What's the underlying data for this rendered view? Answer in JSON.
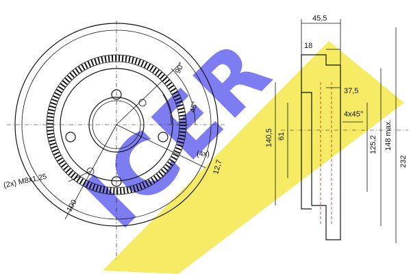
{
  "watermark": {
    "text": "ICER",
    "colors": {
      "yellow": "#f4e84a",
      "blue": "#6f6ff0"
    }
  },
  "front_view": {
    "angle_top": "90°",
    "angle_mid": "45°",
    "holes_label": "(4x)",
    "hole_dia": "12,7",
    "thread": "(2x) M8x1,25",
    "pcd": "100"
  },
  "side_view": {
    "total_width": "45,5",
    "thickness": "18",
    "hub_depth": "37,5",
    "chamfer": "4x45°",
    "dia_140": "140,5",
    "dia_61": "61",
    "dia_125": "125,2",
    "dia_148": "148 max.",
    "dia_232": "232"
  }
}
